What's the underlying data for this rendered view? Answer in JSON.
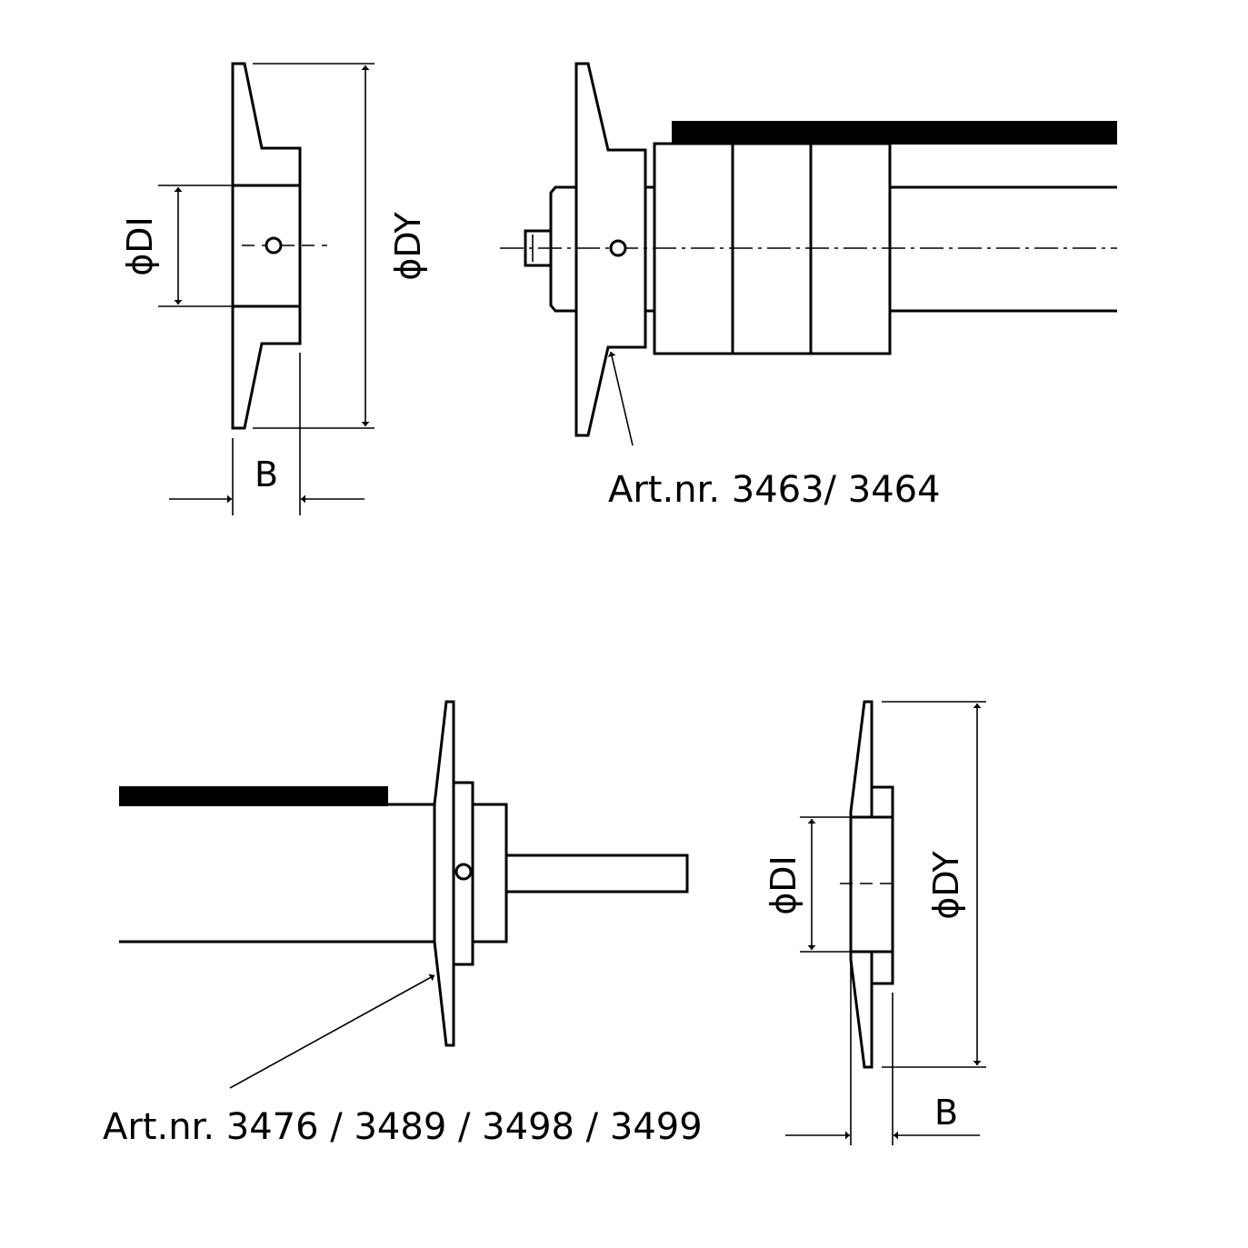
{
  "labels": {
    "art_top": "Art.nr. 3463/ 3464",
    "art_bottom": "Art.nr. 3476 / 3489 / 3498 / 3499"
  },
  "dimensions": {
    "inner_diameter": "ϕDI",
    "outer_diameter": "ϕDY",
    "width": "B"
  },
  "colors": {
    "line": "#000000",
    "background": "#ffffff"
  }
}
